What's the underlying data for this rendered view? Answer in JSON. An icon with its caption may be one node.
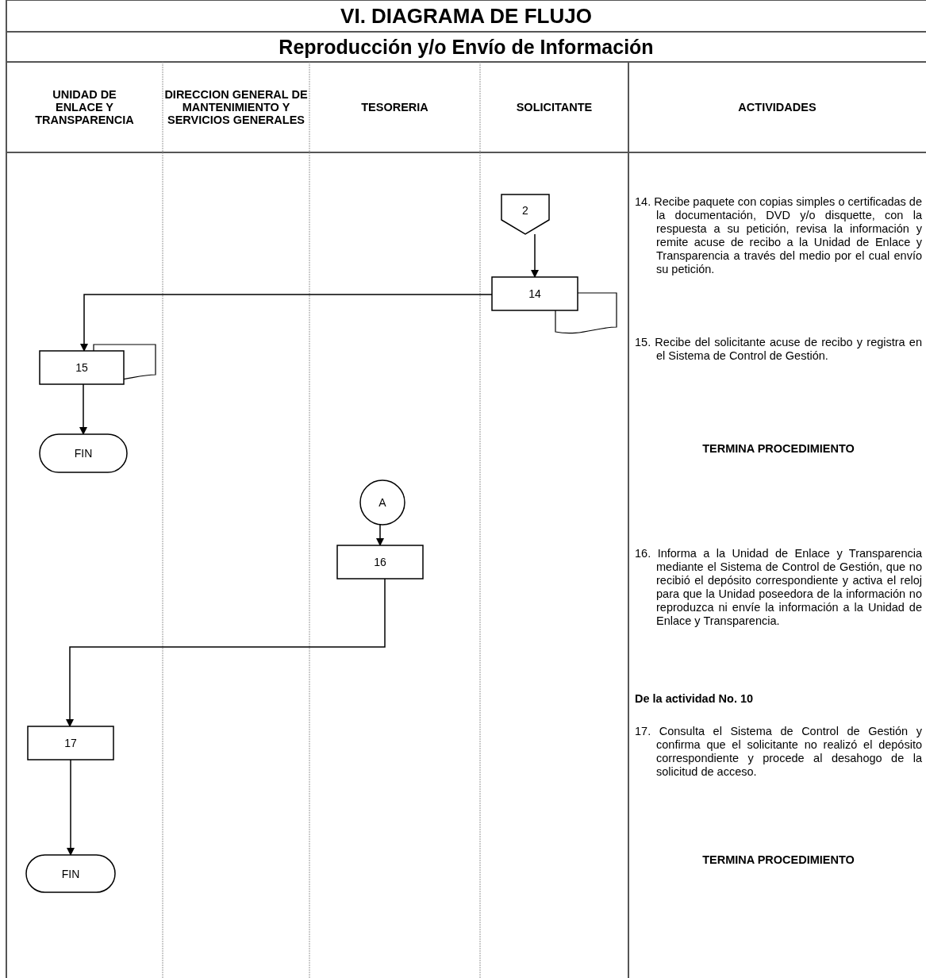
{
  "diagram": {
    "title": "VI. DIAGRAMA DE FLUJO",
    "nodes": [
      {
        "text": [
          "2"
        ]
      },
      {
        "text": [
          "14"
        ]
      },
      {
        "text": [
          "15"
        ]
      },
      {
        "text": [
          "FIN"
        ]
      },
      {
        "text": [
          "A"
        ]
      },
      {
        "text": [
          "16"
        ]
      },
      {
        "text": [
          "17"
        ]
      },
      {
        "text": [
          "FIN"
        ]
      }
    ],
    "edges": [
      {
        "from": 0,
        "to": 1,
        "arrow": "to"
      },
      {
        "from": 1,
        "to": 2,
        "arrow": "to"
      },
      {
        "from": 2,
        "to": 3,
        "arrow": "to"
      },
      {
        "from": 4,
        "to": 5,
        "arrow": "to"
      },
      {
        "from": 5,
        "to": 6,
        "arrow": "to"
      },
      {
        "from": 6,
        "to": 7,
        "arrow": "to"
      }
    ],
    "labels": [
      "Reproducción y/o Envío de Información",
      "UNIDAD DE ENLACE Y TRANSPARENCIA",
      "DIRECCION GENERAL DE MANTENIMIENTO Y SERVICIOS GENERALES",
      "TESORERIA",
      "SOLICITANTE",
      "ACTIVIDADES",
      "14. Recibe paquete con copias simples o certificadas de la documentación, DVD y/o disquette, con la respuesta a su petición, revisa la información y remite acuse de recibo a la Unidad de Enlace y Transparencia a través del medio por el cual envío su petición.",
      "15. Recibe del solicitante acuse de recibo y registra en el Sistema de Control de Gestión.",
      "TERMINA PROCEDIMIENTO",
      "16. Informa a la Unidad de Enlace y Transparencia mediante el Sistema de Control de Gestión, que no recibió el depósito correspondiente y activa el reloj para que la Unidad poseedora de la información no reproduzca ni envíe la información a la Unidad de Enlace y Transparencia.",
      "De la actividad No. 10",
      "17. Consulta el Sistema de Control de Gestión y confirma que el solicitante no realizó el depósito correspondiente y procede al desahogo de la solicitud de acceso.",
      "TERMINA PROCEDIMIENTO"
    ]
  }
}
